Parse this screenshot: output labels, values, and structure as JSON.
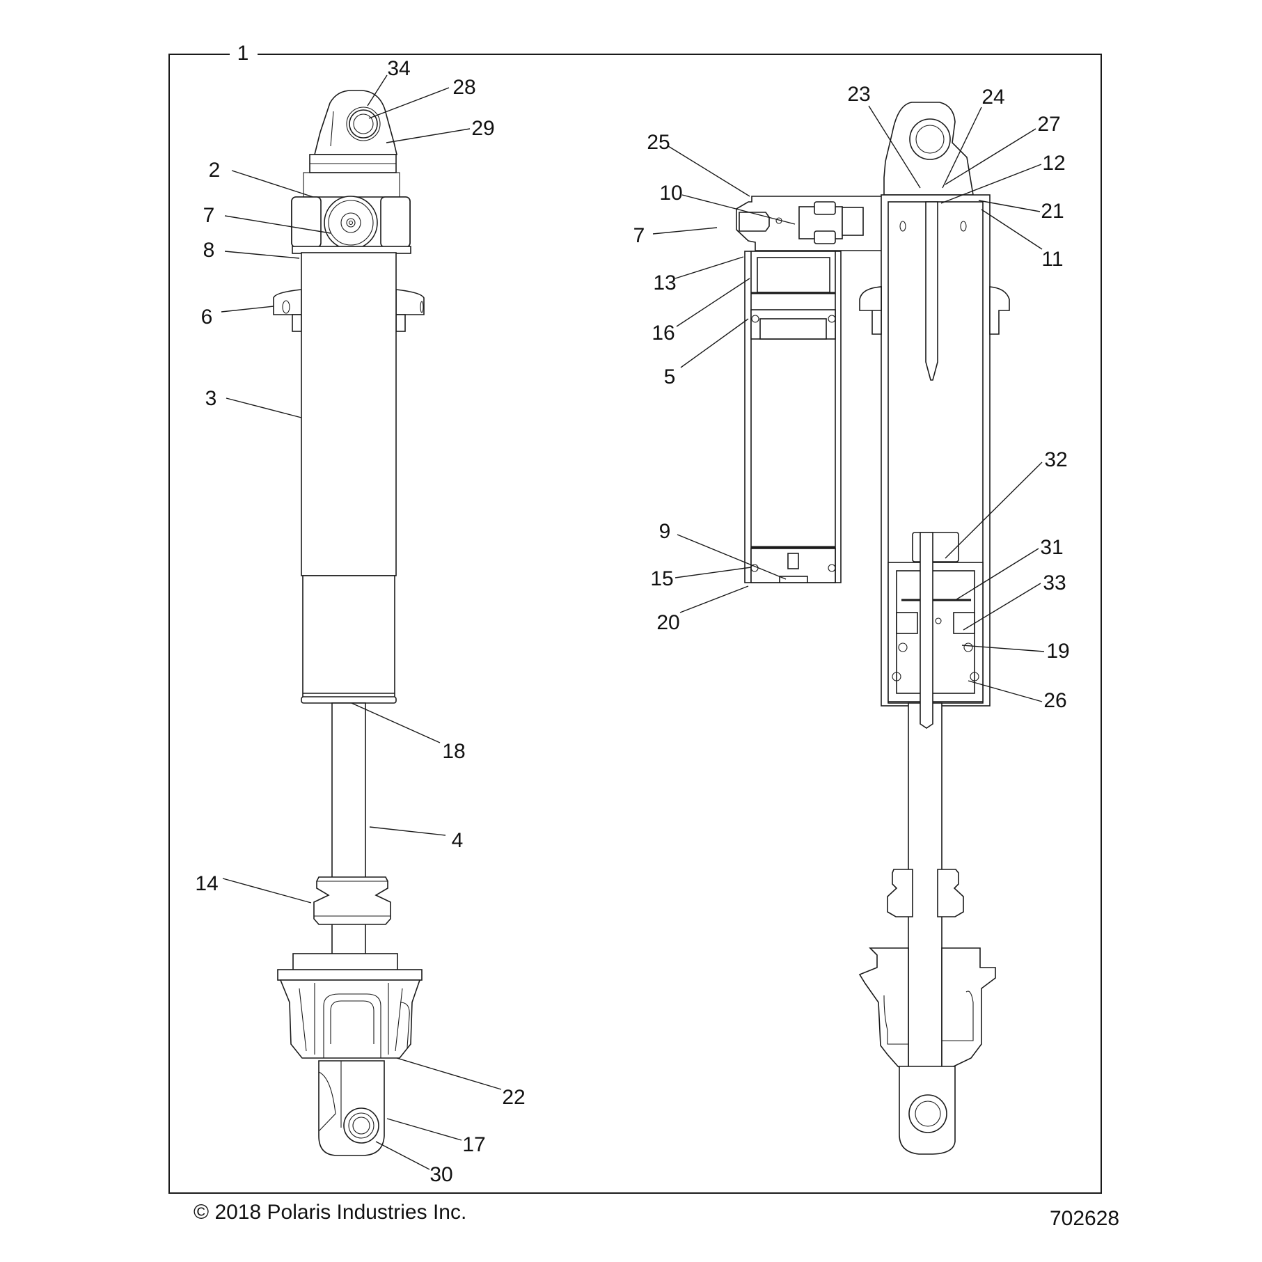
{
  "diagram": {
    "title_callout": "1",
    "figure_id": "702628",
    "copyright": "© 2018 Polaris Industries Inc.",
    "views": [
      {
        "name": "exterior-view",
        "description": "Shock assembly exterior"
      },
      {
        "name": "cross-section-view",
        "description": "Shock assembly cutaway with reservoir"
      }
    ],
    "callouts": [
      {
        "id": "1",
        "label": "1",
        "view": "frame"
      },
      {
        "id": "34",
        "label": "34",
        "view": "exterior"
      },
      {
        "id": "28",
        "label": "28",
        "view": "exterior"
      },
      {
        "id": "29",
        "label": "29",
        "view": "exterior"
      },
      {
        "id": "2",
        "label": "2",
        "view": "exterior"
      },
      {
        "id": "7a",
        "label": "7",
        "view": "exterior"
      },
      {
        "id": "8",
        "label": "8",
        "view": "exterior"
      },
      {
        "id": "6",
        "label": "6",
        "view": "exterior"
      },
      {
        "id": "3",
        "label": "3",
        "view": "exterior"
      },
      {
        "id": "18",
        "label": "18",
        "view": "exterior"
      },
      {
        "id": "4",
        "label": "4",
        "view": "exterior"
      },
      {
        "id": "14",
        "label": "14",
        "view": "exterior"
      },
      {
        "id": "22",
        "label": "22",
        "view": "exterior"
      },
      {
        "id": "17",
        "label": "17",
        "view": "exterior"
      },
      {
        "id": "30",
        "label": "30",
        "view": "exterior"
      },
      {
        "id": "25",
        "label": "25",
        "view": "section"
      },
      {
        "id": "10",
        "label": "10",
        "view": "section"
      },
      {
        "id": "7b",
        "label": "7",
        "view": "section"
      },
      {
        "id": "13",
        "label": "13",
        "view": "section"
      },
      {
        "id": "16",
        "label": "16",
        "view": "section"
      },
      {
        "id": "5",
        "label": "5",
        "view": "section"
      },
      {
        "id": "23",
        "label": "23",
        "view": "section"
      },
      {
        "id": "24",
        "label": "24",
        "view": "section"
      },
      {
        "id": "27",
        "label": "27",
        "view": "section"
      },
      {
        "id": "12",
        "label": "12",
        "view": "section"
      },
      {
        "id": "21",
        "label": "21",
        "view": "section"
      },
      {
        "id": "11",
        "label": "11",
        "view": "section"
      },
      {
        "id": "32",
        "label": "32",
        "view": "section"
      },
      {
        "id": "31",
        "label": "31",
        "view": "section"
      },
      {
        "id": "33",
        "label": "33",
        "view": "section"
      },
      {
        "id": "19",
        "label": "19",
        "view": "section"
      },
      {
        "id": "26",
        "label": "26",
        "view": "section"
      },
      {
        "id": "9",
        "label": "9",
        "view": "section"
      },
      {
        "id": "15",
        "label": "15",
        "view": "section"
      },
      {
        "id": "20",
        "label": "20",
        "view": "section"
      }
    ]
  }
}
